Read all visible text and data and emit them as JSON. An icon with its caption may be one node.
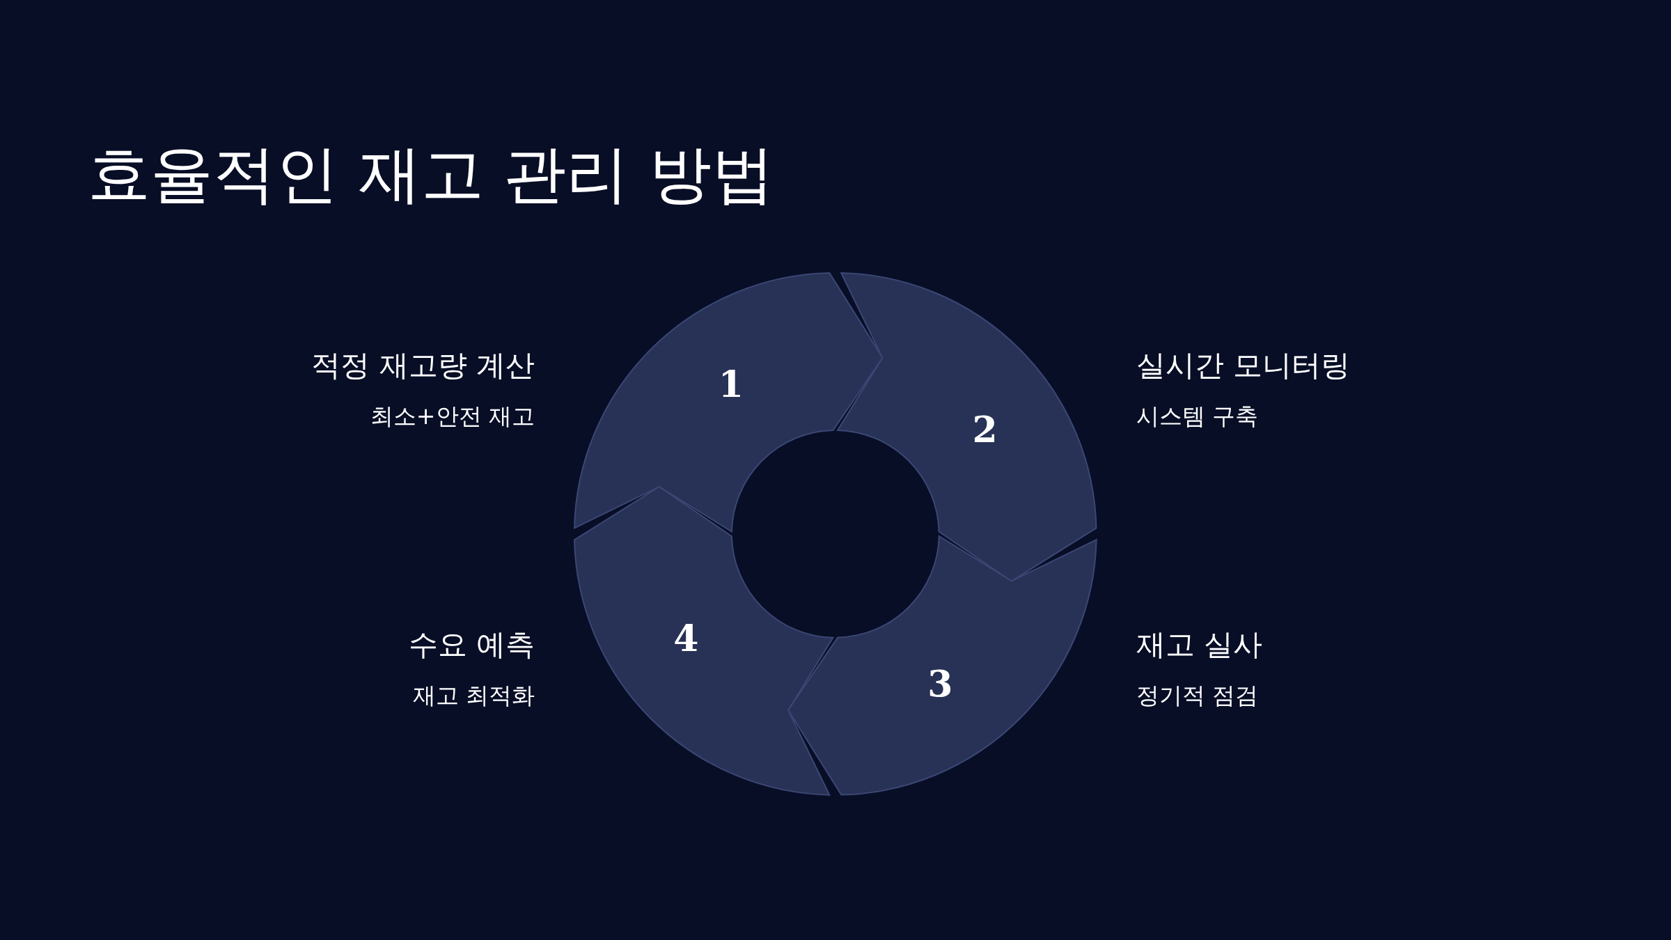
{
  "diagram": {
    "title": "효율적인 재고 관리 방법",
    "nodes": [
      {
        "text": [
          "1"
        ],
        "beside": [
          "적정 재고량 계산",
          "최소+안전 재고"
        ]
      },
      {
        "text": [
          "2"
        ],
        "beside": [
          "실시간 모니터링",
          "시스템 구축"
        ]
      },
      {
        "text": [
          "3"
        ],
        "beside": [
          "재고 실사",
          "정기적 점검"
        ]
      },
      {
        "text": [
          "4"
        ],
        "beside": [
          "수요 예측",
          "재고 최적화"
        ]
      }
    ]
  }
}
